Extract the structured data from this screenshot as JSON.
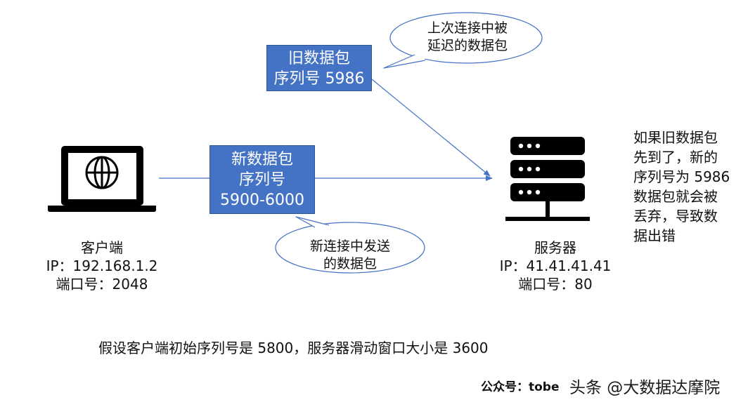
{
  "old_packet": {
    "lines": [
      "旧数据包",
      "序列号 5986"
    ]
  },
  "old_bubble": {
    "lines": [
      "上次连接中被",
      "延迟的数据包"
    ]
  },
  "new_packet": {
    "lines": [
      "新数据包",
      "序列号",
      "5900-6000"
    ]
  },
  "new_bubble": {
    "lines": [
      "新连接中发送",
      "的数据包"
    ]
  },
  "client": {
    "name": "客户端",
    "ip": "IP：192.168.1.2",
    "port": "端口号：2048",
    "icon": "laptop-globe-icon"
  },
  "server": {
    "name": "服务器",
    "ip": "IP：41.41.41.41",
    "port": "端口号：80",
    "icon": "server-icon"
  },
  "note": {
    "lines": [
      "如果旧数据包",
      "先到了，新的",
      "序列号为 5986",
      "数据包就会被",
      "丢弃，导致数",
      "据出错"
    ]
  },
  "assumption": "假设客户端初始序列号是 5800，服务器滑动窗口大小是 3600",
  "watermark": {
    "account": "公众号：tobe",
    "brand": "头条 @大数据达摩院"
  },
  "colors": {
    "packet_fill": "#4472c4",
    "arrow": "#4472c4",
    "icon": "#000000"
  }
}
